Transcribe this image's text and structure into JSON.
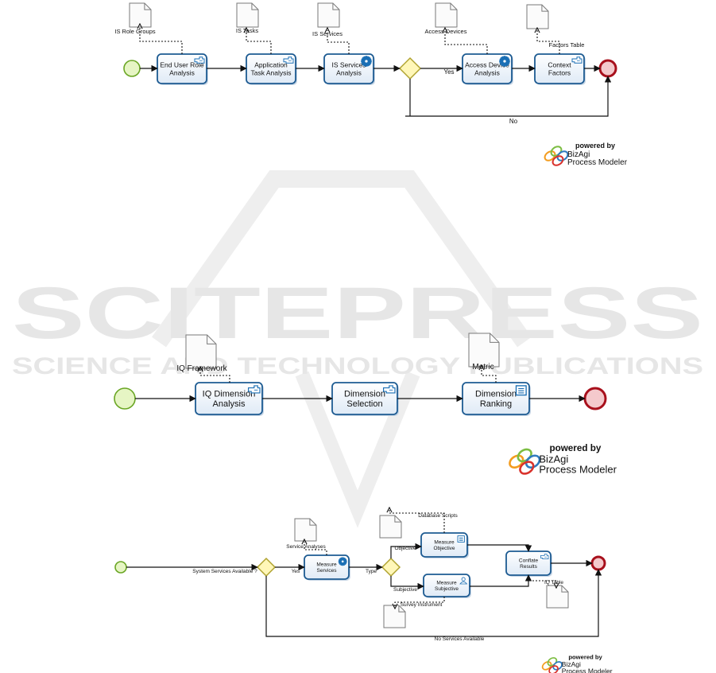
{
  "watermark": {
    "main": "SCITEPRESS",
    "sub": "SCIENCE AND TECHNOLOGY PUBLICATIONS"
  },
  "powered_by": {
    "line1": "powered by",
    "line2": "BizAgi",
    "line3": "Process Modeler"
  },
  "diagram1": {
    "tasks": [
      {
        "id": "d1-end-user-role-analysis",
        "lines": [
          "End User Role",
          "Analysis"
        ],
        "icon": "hand-icon"
      },
      {
        "id": "d1-application-task-analysis",
        "lines": [
          "Application",
          "Task Analysis"
        ],
        "icon": "hand-icon"
      },
      {
        "id": "d1-is-services-analysis",
        "lines": [
          "IS Services",
          "Analysis"
        ],
        "icon": "gear-icon"
      },
      {
        "id": "d1-access-device-analysis",
        "lines": [
          "Access Device",
          "Analysis"
        ],
        "icon": "gear-icon"
      },
      {
        "id": "d1-context-factors",
        "lines": [
          "Context",
          "Factors"
        ],
        "icon": "hand-icon"
      }
    ],
    "artifacts": [
      {
        "label": "IS Role Groups"
      },
      {
        "label": "IS Tasks"
      },
      {
        "label": "IS Services"
      },
      {
        "label": "Access Devices"
      },
      {
        "label": "Factors Table"
      }
    ],
    "flows": {
      "yes": "Yes",
      "no": "No"
    }
  },
  "diagram2": {
    "tasks": [
      {
        "id": "d2-iq-dimension-analysis",
        "lines": [
          "IQ Dimension",
          "Analysis"
        ],
        "icon": "hand-icon"
      },
      {
        "id": "d2-dimension-selection",
        "lines": [
          "Dimension",
          "Selection"
        ],
        "icon": "hand-icon"
      },
      {
        "id": "d2-dimension-ranking",
        "lines": [
          "Dimension",
          "Ranking"
        ],
        "icon": "script-icon"
      }
    ],
    "artifacts": [
      {
        "label": "IQ Framework"
      },
      {
        "label": "Metric"
      }
    ]
  },
  "diagram3": {
    "tasks": [
      {
        "id": "d3-measure-services",
        "lines": [
          "Measure",
          "Services"
        ],
        "icon": "gear-icon"
      },
      {
        "id": "d3-measure-objective",
        "lines": [
          "Measure",
          "Objective"
        ],
        "icon": "script-icon"
      },
      {
        "id": "d3-measure-subjective",
        "lines": [
          "Measure",
          "Subjective"
        ],
        "icon": "user-icon"
      },
      {
        "id": "d3-conflate-results",
        "lines": [
          "Conflate",
          "Results"
        ],
        "icon": "hand-icon"
      }
    ],
    "artifacts": [
      {
        "label": "Service Analyses"
      },
      {
        "label": "Database Scripts"
      },
      {
        "label": "Survey Instrument"
      },
      {
        "label": "IQ Table"
      }
    ],
    "flows": {
      "system_services": "System Services Available ?",
      "yes": "Yes",
      "type": "Type",
      "objective": "Objective",
      "subjective": "Subjective",
      "no_services": "No Services Available"
    }
  },
  "colors": {
    "start_fill": "#e6f5c4",
    "start_stroke": "#6aa624",
    "end_fill": "#f4c9cc",
    "end_stroke": "#a8101c",
    "task_fill": "#eef4fb",
    "task_stroke": "#1d5b92",
    "gateway_fill": "#fff7b8",
    "gateway_stroke": "#b0a330",
    "icon_blue": "#1a6fb5",
    "brand_red": "#d9322c"
  }
}
